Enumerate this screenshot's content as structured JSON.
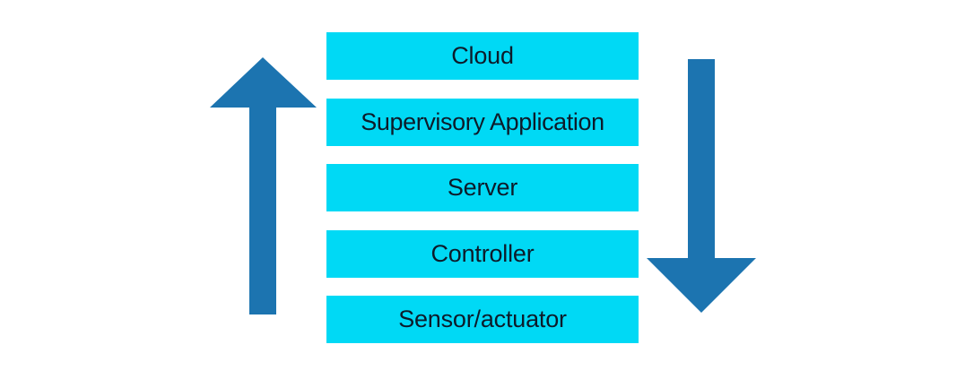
{
  "diagram": {
    "type": "layered-architecture-stack",
    "background_color": "#FFFFFF",
    "layers": [
      {
        "label": "Cloud",
        "level": 5,
        "color": "#00D9F5"
      },
      {
        "label": "Supervisory Application",
        "level": 4,
        "color": "#00D9F5"
      },
      {
        "label": "Server",
        "level": 3,
        "color": "#00D9F5"
      },
      {
        "label": "Controller",
        "level": 2,
        "color": "#00D9F5"
      },
      {
        "label": "Sensor/actuator",
        "level": 1,
        "color": "#00D9F5"
      }
    ],
    "arrows": [
      {
        "name": "up-arrow",
        "direction": "up",
        "side": "left",
        "color": "#1C74B0",
        "meaning": "flow from Sensor/actuator up to Cloud"
      },
      {
        "name": "down-arrow",
        "direction": "down",
        "side": "right",
        "color": "#1C74B0",
        "meaning": "flow from Cloud down to Sensor/actuator"
      }
    ],
    "colors": {
      "bar_fill": "#00D9F5",
      "arrow_fill": "#1C74B0",
      "label_text": "#0D1B2A",
      "background": "#FFFFFF"
    }
  }
}
